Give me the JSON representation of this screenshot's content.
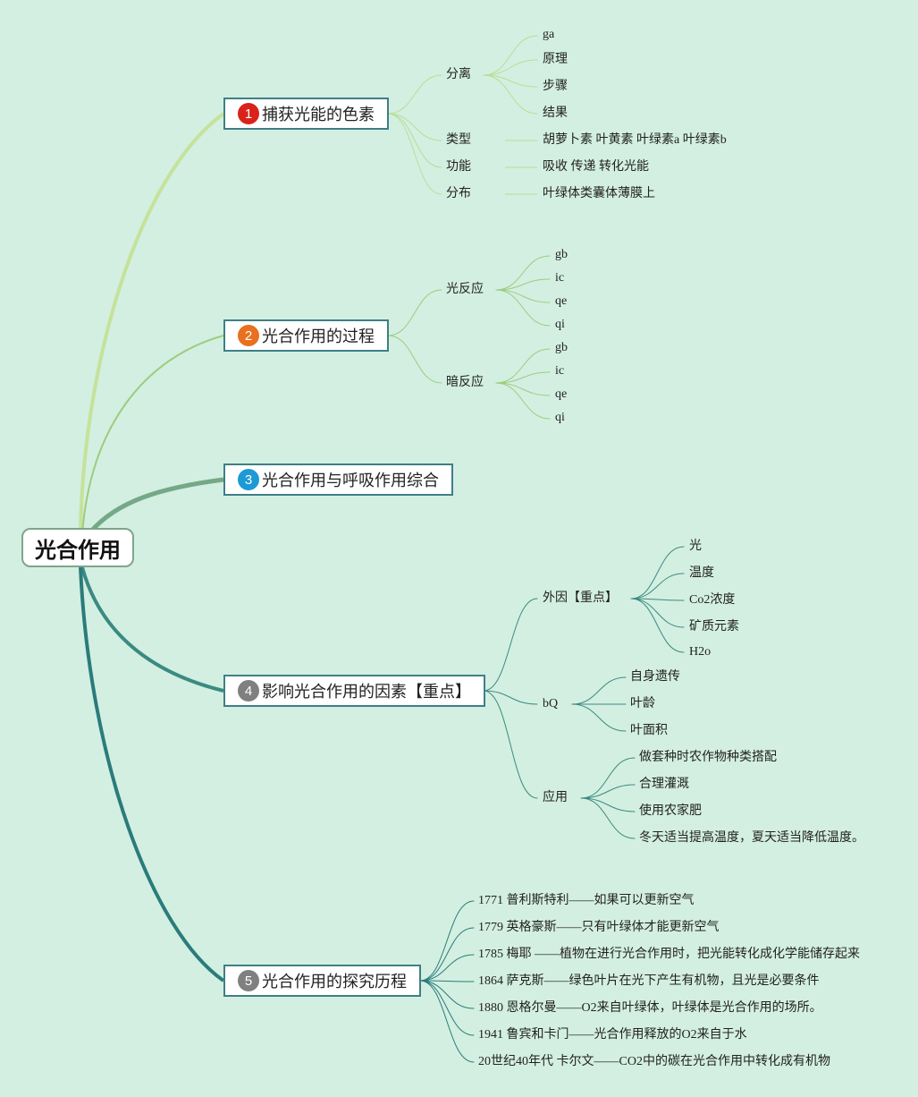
{
  "root": "光合作用",
  "colors": {
    "background": "#d3efe1",
    "branch1": "#c5e29a",
    "branch2": "#9ccc7f",
    "branch3": "#74a886",
    "branch4": "#3b8a82",
    "branch5": "#2a7c7b",
    "badge1": "#d9231a",
    "badge2": "#e8701f",
    "badge3": "#1d99d6",
    "badge4": "#808080",
    "badge5": "#808080"
  },
  "branches": [
    {
      "num": "1",
      "label": "捕获光能的色素",
      "children": [
        {
          "label": "分离",
          "children": [
            "ga",
            "原理",
            "步骤",
            "结果"
          ]
        },
        {
          "label": "类型",
          "children": [
            "胡萝卜素 叶黄素 叶绿素a 叶绿素b"
          ]
        },
        {
          "label": "功能",
          "children": [
            "吸收 传递 转化光能"
          ]
        },
        {
          "label": "分布",
          "children": [
            "叶绿体类囊体薄膜上"
          ]
        }
      ]
    },
    {
      "num": "2",
      "label": "光合作用的过程",
      "children": [
        {
          "label": "光反应",
          "children": [
            "gb",
            "ic",
            "qe",
            "qi"
          ]
        },
        {
          "label": "暗反应",
          "children": [
            "gb",
            "ic",
            "qe",
            "qi"
          ]
        }
      ]
    },
    {
      "num": "3",
      "label": "光合作用与呼吸作用综合",
      "children": []
    },
    {
      "num": "4",
      "label": "影响光合作用的因素【重点】",
      "children": [
        {
          "label": "外因【重点】",
          "children": [
            "光",
            "温度",
            "Co2浓度",
            "矿质元素",
            "H2o"
          ]
        },
        {
          "label": "bQ",
          "children": [
            "自身遗传",
            "叶龄",
            "叶面积"
          ]
        },
        {
          "label": "应用",
          "children": [
            "做套种时农作物种类搭配",
            "合理灌溉",
            "使用农家肥",
            "冬天适当提高温度，夏天适当降低温度。"
          ]
        }
      ]
    },
    {
      "num": "5",
      "label": "光合作用的探究历程",
      "children": [
        "1771 普利斯特利——如果可以更新空气",
        "1779 英格豪斯——只有叶绿体才能更新空气",
        "1785 梅耶 ——植物在进行光合作用时，把光能转化成化学能储存起来",
        "1864 萨克斯——绿色叶片在光下产生有机物，且光是必要条件",
        "1880 恩格尔曼——O2来自叶绿体，叶绿体是光合作用的场所。",
        "1941 鲁宾和卡门——光合作用释放的O2来自于水",
        "20世纪40年代 卡尔文——CO2中的碳在光合作用中转化成有机物"
      ]
    }
  ]
}
